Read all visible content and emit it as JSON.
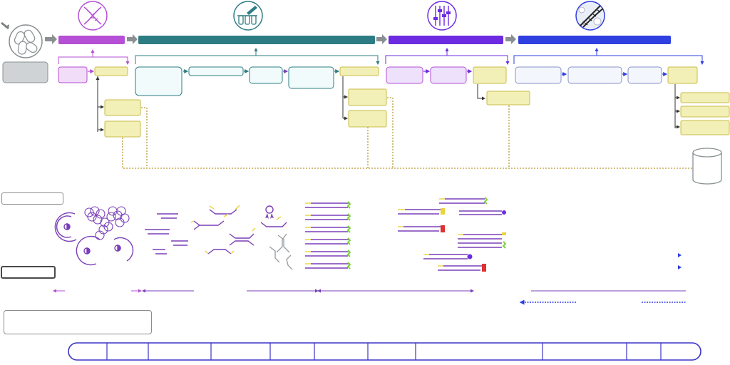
{
  "diagram": {
    "palette": {
      "magenta": "#b44fd6",
      "magenta_light": "#f2ddf8",
      "teal": "#2e7c83",
      "teal_light": "#f1fbfb",
      "violet": "#6c2be0",
      "violet_light": "#ede1fb",
      "blue": "#2f3fe0",
      "blue_light": "#f3f6fd",
      "yellow": "#f2f0b6",
      "yellow_border": "#c9bc4a",
      "grey_box": "#cfd3d5",
      "arrow_grey": "#8a9092",
      "dotted": "#b99a35",
      "purple_line": "#7a3fb8",
      "green": "#7bd33b",
      "red": "#e0312b",
      "seq_yellow": "#e9d43a"
    },
    "icons": {
      "sample": "bacteria-cells-icon",
      "stage_1": "dna-helix-icon",
      "stage_2": "pipette-tubes-icon",
      "stage_3": "sliders-icon",
      "stage_4": "dna-circle-icon",
      "storage": "database-cylinder-icon",
      "award": "award-ribbon-icon"
    },
    "stages": [
      {
        "id": "stage-1",
        "color_key": "magenta"
      },
      {
        "id": "stage-2",
        "color_key": "teal"
      },
      {
        "id": "stage-3",
        "color_key": "violet"
      },
      {
        "id": "stage-4",
        "color_key": "blue"
      }
    ]
  }
}
